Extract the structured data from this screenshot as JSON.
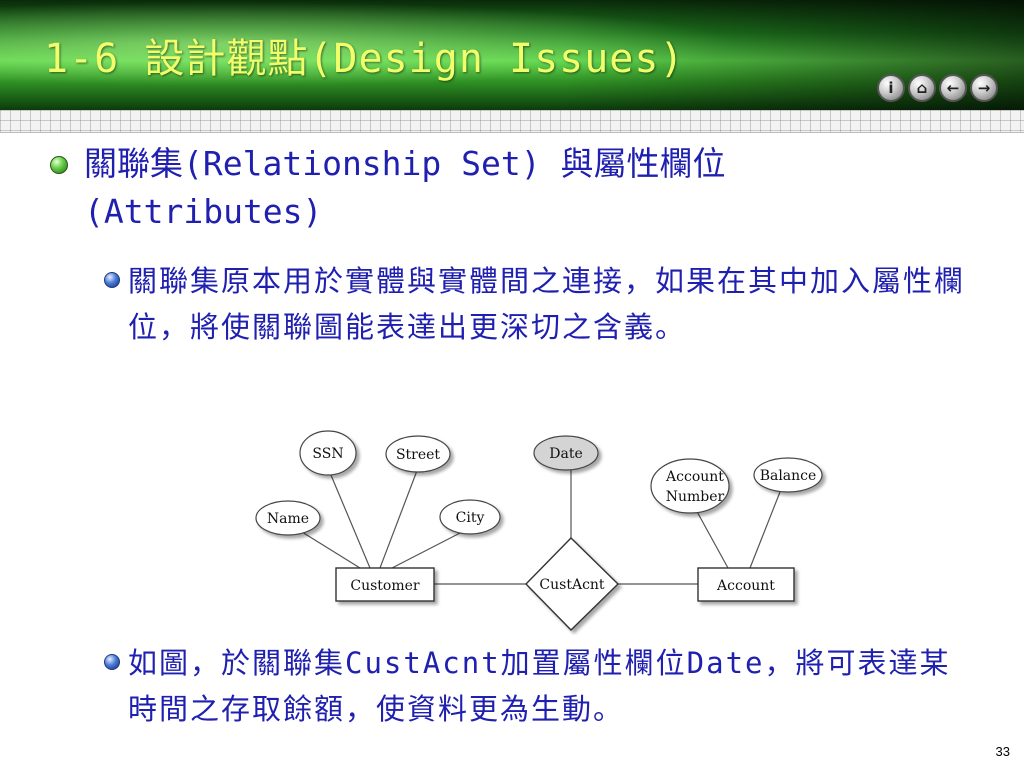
{
  "slide": {
    "title": "1-6 設計觀點(Design Issues)",
    "page_number": "33"
  },
  "nav": {
    "info_label": "i",
    "home_label": "⌂",
    "back_label": "←",
    "forward_label": "→"
  },
  "content": {
    "bullet1": "關聯集(Relationship Set) 與屬性欄位 (Attributes)",
    "sub1": "關聯集原本用於實體與實體間之連接，如果在其中加入屬性欄位，將使關聯圖能表達出更深切之含義。",
    "sub2": "如圖，於關聯集CustAcnt加置屬性欄位Date，將可表達某時間之存取餘額，使資料更為生動。"
  },
  "diagram": {
    "entities": {
      "customer": "Customer",
      "account": "Account"
    },
    "relationship": "CustAcnt",
    "attributes": {
      "ssn": "SSN",
      "street": "Street",
      "name": "Name",
      "city": "City",
      "date": "Date",
      "account_number_line1": "Account",
      "account_number_line2": "Number",
      "balance": "Balance"
    }
  }
}
